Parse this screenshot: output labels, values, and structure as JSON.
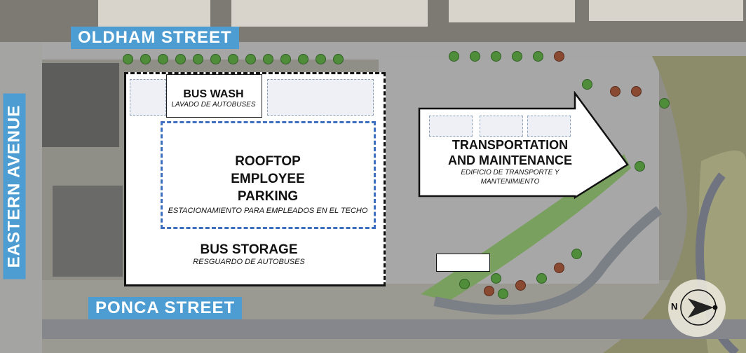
{
  "streets": {
    "north": "OLDHAM STREET",
    "south": "PONCA STREET",
    "west": "EASTERN AVENUE"
  },
  "buildings": {
    "bus_wash": {
      "title": "BUS WASH",
      "subtitle": "LAVADO DE AUTOBUSES"
    },
    "rooftop_parking": {
      "title_lines": [
        "ROOFTOP",
        "EMPLOYEE",
        "PARKING"
      ],
      "subtitle": "ESTACIONAMIENTO PARA EMPLEADOS EN EL TECHO"
    },
    "bus_storage": {
      "title": "BUS STORAGE",
      "subtitle": "RESGUARDO DE AUTOBUSES"
    },
    "transportation": {
      "title_lines": [
        "TRANSPORTATION",
        "AND MAINTENANCE"
      ],
      "subtitle_lines": [
        "EDIFICIO DE TRANSPORTE Y",
        "MANTENIMIENTO"
      ]
    }
  },
  "compass": {
    "label": "N"
  },
  "colors": {
    "street_label": "#4d9dd3",
    "parking_outline": "#3f6fbf",
    "tree_green": "#4f8d3a"
  }
}
